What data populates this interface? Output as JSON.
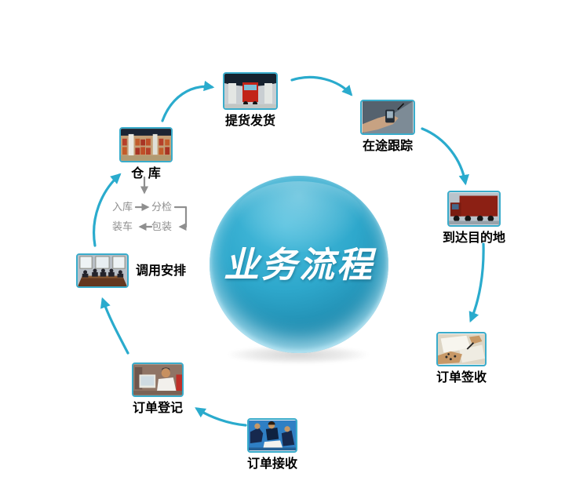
{
  "title": "业务流程",
  "nodes": {
    "pickup": {
      "label": "提货发货",
      "photo": "truck-at-gate"
    },
    "tracking": {
      "label": "在途跟踪",
      "photo": "hand-with-phone"
    },
    "arrival": {
      "label": "到达目的地",
      "photo": "red-truck"
    },
    "sign": {
      "label": "订单签收",
      "photo": "signing-document"
    },
    "receive": {
      "label": "订单接收",
      "photo": "people-meeting"
    },
    "register": {
      "label": "订单登记",
      "photo": "woman-at-computer"
    },
    "dispatch": {
      "label": "调用安排",
      "photo": "conference-room"
    },
    "warehouse": {
      "label": "仓 库",
      "photo": "warehouse-shelves"
    }
  },
  "subflow": {
    "inbound": "入库",
    "sorting": "分检",
    "packing": "包装",
    "loading": "装车"
  },
  "arrows": [
    {
      "from": "warehouse",
      "to": "pickup"
    },
    {
      "from": "pickup",
      "to": "tracking"
    },
    {
      "from": "tracking",
      "to": "arrival"
    },
    {
      "from": "arrival",
      "to": "sign"
    },
    {
      "from": "receive",
      "to": "register"
    },
    {
      "from": "register",
      "to": "dispatch"
    },
    {
      "from": "dispatch",
      "to": "warehouse"
    },
    {
      "from": "warehouse",
      "to": "subflow"
    }
  ],
  "colors": {
    "accent_arrow": "#2aabcd",
    "thumb_border": "#3aaccb",
    "sphere_light": "#4abddd",
    "sphere_dark": "#187191",
    "sphere_rim": "#b2e4f4",
    "subflow_gray": "#8f8f8f",
    "label_text": "#000000",
    "title_text": "#ffffff",
    "background": "#ffffff"
  }
}
